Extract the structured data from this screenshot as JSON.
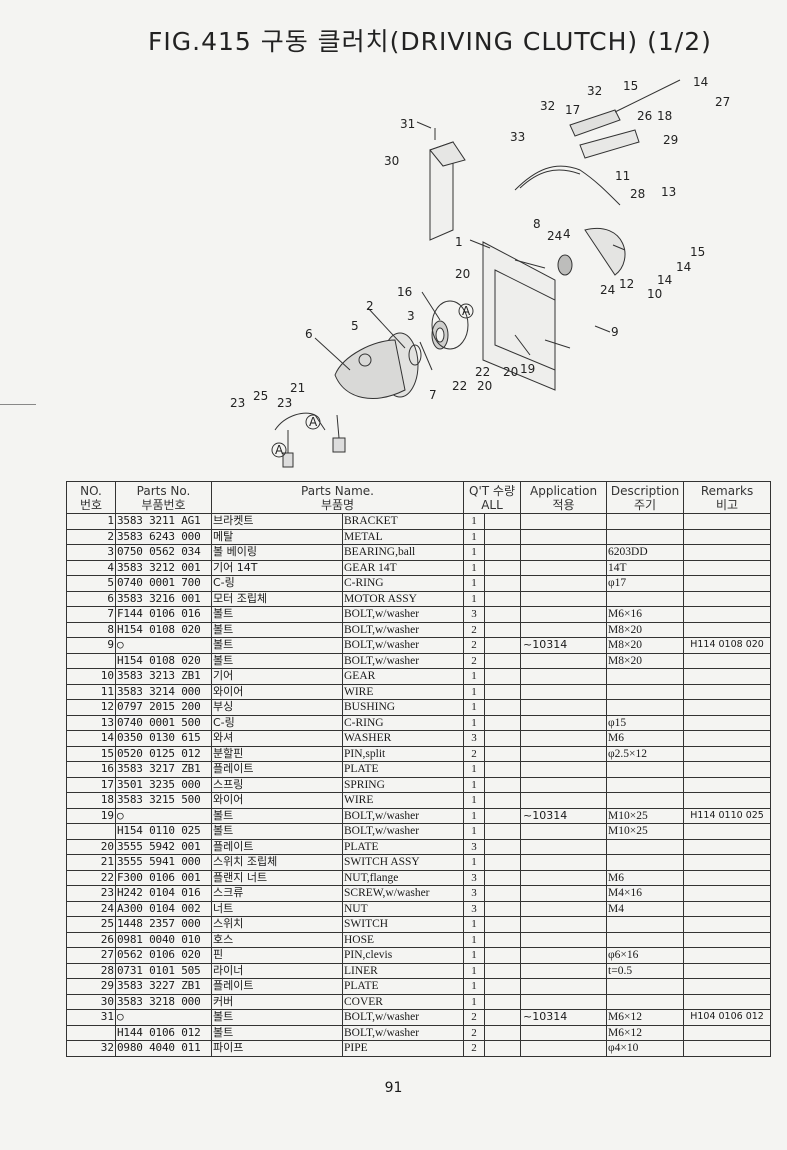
{
  "title": "FIG.415 구동 클러치(DRIVING CLUTCH) (1/2)",
  "page_number": "91",
  "callouts": [
    "1",
    "2",
    "3",
    "4",
    "5",
    "6",
    "7",
    "8",
    "9",
    "10",
    "11",
    "12",
    "13",
    "14",
    "14",
    "14",
    "15",
    "15",
    "16",
    "17",
    "18",
    "19",
    "20",
    "20",
    "20",
    "21",
    "22",
    "22",
    "23",
    "23",
    "24",
    "24",
    "25",
    "26",
    "27",
    "28",
    "29",
    "30",
    "31",
    "32",
    "32",
    "33",
    "A",
    "A",
    "A"
  ],
  "table": {
    "headers": {
      "no": "NO.",
      "no_kr": "번호",
      "part_no": "Parts No.",
      "part_no_kr": "부품번호",
      "name": "Parts Name.",
      "name_kr": "부품명",
      "qty": "Q'T 수량",
      "qty_all": "ALL",
      "app": "Application",
      "app_kr": "적용",
      "desc": "Description",
      "desc_kr": "주기",
      "rem": "Remarks",
      "rem_kr": "비고"
    },
    "rows": [
      {
        "no": "1",
        "pn": "3583 3211 AG1",
        "kn": "브라켓트",
        "en": "BRACKET",
        "qty": "1",
        "app": "",
        "desc": "",
        "rem": ""
      },
      {
        "no": "2",
        "pn": "3583 6243 000",
        "kn": "메탈",
        "en": "METAL",
        "qty": "1",
        "app": "",
        "desc": "",
        "rem": ""
      },
      {
        "no": "3",
        "pn": "0750 0562 034",
        "kn": "볼 베이링",
        "en": "BEARING,ball",
        "qty": "1",
        "app": "",
        "desc": "6203DD",
        "rem": ""
      },
      {
        "no": "4",
        "pn": "3583 3212 001",
        "kn": "기어 14T",
        "en": "GEAR 14T",
        "qty": "1",
        "app": "",
        "desc": "14T",
        "rem": ""
      },
      {
        "no": "5",
        "pn": "0740 0001 700",
        "kn": "C-링",
        "en": "C-RING",
        "qty": "1",
        "app": "",
        "desc": "φ17",
        "rem": ""
      },
      {
        "no": "6",
        "pn": "3583 3216 001",
        "kn": "모터 조립체",
        "en": "MOTOR ASSY",
        "qty": "1",
        "app": "",
        "desc": "",
        "rem": ""
      },
      {
        "no": "7",
        "pn": "F144 0106 016",
        "kn": "볼트",
        "en": "BOLT,w/washer",
        "qty": "3",
        "app": "",
        "desc": "M6×16",
        "rem": ""
      },
      {
        "no": "8",
        "pn": "H154 0108 020",
        "kn": "볼트",
        "en": "BOLT,w/washer",
        "qty": "2",
        "app": "",
        "desc": "M8×20",
        "rem": ""
      },
      {
        "no": "9",
        "pn": "○",
        "kn": "볼트",
        "en": "BOLT,w/washer",
        "qty": "2",
        "app": "~10314",
        "desc": "M8×20",
        "rem": "H114 0108 020"
      },
      {
        "no": "",
        "pn": "H154 0108 020",
        "kn": "볼트",
        "en": "BOLT,w/washer",
        "qty": "2",
        "app": "",
        "desc": "M8×20",
        "rem": ""
      },
      {
        "no": "10",
        "pn": "3583 3213 ZB1",
        "kn": "기어",
        "en": "GEAR",
        "qty": "1",
        "app": "",
        "desc": "",
        "rem": ""
      },
      {
        "no": "11",
        "pn": "3583 3214 000",
        "kn": "와이어",
        "en": "WIRE",
        "qty": "1",
        "app": "",
        "desc": "",
        "rem": ""
      },
      {
        "no": "12",
        "pn": "0797 2015 200",
        "kn": "부싱",
        "en": "BUSHING",
        "qty": "1",
        "app": "",
        "desc": "",
        "rem": ""
      },
      {
        "no": "13",
        "pn": "0740 0001 500",
        "kn": "C-링",
        "en": "C-RING",
        "qty": "1",
        "app": "",
        "desc": "φ15",
        "rem": ""
      },
      {
        "no": "14",
        "pn": "0350 0130 615",
        "kn": "와셔",
        "en": "WASHER",
        "qty": "3",
        "app": "",
        "desc": "M6",
        "rem": ""
      },
      {
        "no": "15",
        "pn": "0520 0125 012",
        "kn": "분할핀",
        "en": "PIN,split",
        "qty": "2",
        "app": "",
        "desc": "φ2.5×12",
        "rem": ""
      },
      {
        "no": "16",
        "pn": "3583 3217 ZB1",
        "kn": "플레이트",
        "en": "PLATE",
        "qty": "1",
        "app": "",
        "desc": "",
        "rem": ""
      },
      {
        "no": "17",
        "pn": "3501 3235 000",
        "kn": "스프링",
        "en": "SPRING",
        "qty": "1",
        "app": "",
        "desc": "",
        "rem": ""
      },
      {
        "no": "18",
        "pn": "3583 3215 500",
        "kn": "와이어",
        "en": "WIRE",
        "qty": "1",
        "app": "",
        "desc": "",
        "rem": ""
      },
      {
        "no": "19",
        "pn": "○",
        "kn": "볼트",
        "en": "BOLT,w/washer",
        "qty": "1",
        "app": "~10314",
        "desc": "M10×25",
        "rem": "H114 0110 025"
      },
      {
        "no": "",
        "pn": "H154 0110 025",
        "kn": "볼트",
        "en": "BOLT,w/washer",
        "qty": "1",
        "app": "",
        "desc": "M10×25",
        "rem": ""
      },
      {
        "no": "20",
        "pn": "3555 5942 001",
        "kn": "플레이트",
        "en": "PLATE",
        "qty": "3",
        "app": "",
        "desc": "",
        "rem": ""
      },
      {
        "no": "21",
        "pn": "3555 5941 000",
        "kn": "스위치 조립체",
        "en": "SWITCH ASSY",
        "qty": "1",
        "app": "",
        "desc": "",
        "rem": ""
      },
      {
        "no": "22",
        "pn": "F300 0106 001",
        "kn": "플랜지 너트",
        "en": "NUT,flange",
        "qty": "3",
        "app": "",
        "desc": "M6",
        "rem": ""
      },
      {
        "no": "23",
        "pn": "H242 0104 016",
        "kn": "스크류",
        "en": "SCREW,w/washer",
        "qty": "3",
        "app": "",
        "desc": "M4×16",
        "rem": ""
      },
      {
        "no": "24",
        "pn": "A300 0104 002",
        "kn": "너트",
        "en": "NUT",
        "qty": "3",
        "app": "",
        "desc": "M4",
        "rem": ""
      },
      {
        "no": "25",
        "pn": "1448 2357 000",
        "kn": "스위치",
        "en": "SWITCH",
        "qty": "1",
        "app": "",
        "desc": "",
        "rem": ""
      },
      {
        "no": "26",
        "pn": "0981 0040 010",
        "kn": "호스",
        "en": "HOSE",
        "qty": "1",
        "app": "",
        "desc": "",
        "rem": ""
      },
      {
        "no": "27",
        "pn": "0562 0106 020",
        "kn": "핀",
        "en": "PIN,clevis",
        "qty": "1",
        "app": "",
        "desc": "φ6×16",
        "rem": ""
      },
      {
        "no": "28",
        "pn": "0731 0101 505",
        "kn": "라이너",
        "en": "LINER",
        "qty": "1",
        "app": "",
        "desc": "t=0.5",
        "rem": ""
      },
      {
        "no": "29",
        "pn": "3583 3227 ZB1",
        "kn": "플레이트",
        "en": "PLATE",
        "qty": "1",
        "app": "",
        "desc": "",
        "rem": ""
      },
      {
        "no": "30",
        "pn": "3583 3218 000",
        "kn": "커버",
        "en": "COVER",
        "qty": "1",
        "app": "",
        "desc": "",
        "rem": ""
      },
      {
        "no": "31",
        "pn": "○",
        "kn": "볼트",
        "en": "BOLT,w/washer",
        "qty": "2",
        "app": "~10314",
        "desc": "M6×12",
        "rem": "H104 0106 012"
      },
      {
        "no": "",
        "pn": "H144 0106 012",
        "kn": "볼트",
        "en": "BOLT,w/washer",
        "qty": "2",
        "app": "",
        "desc": "M6×12",
        "rem": ""
      },
      {
        "no": "32",
        "pn": "0980 4040 011",
        "kn": "파이프",
        "en": "PIPE",
        "qty": "2",
        "app": "",
        "desc": "φ4×10",
        "rem": ""
      }
    ]
  }
}
